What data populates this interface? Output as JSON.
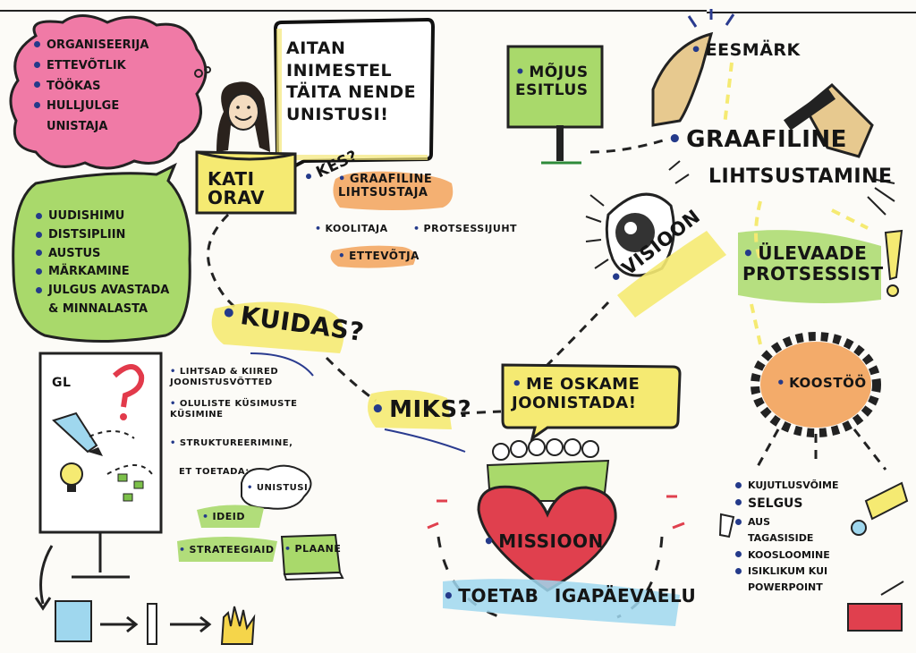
{
  "profile_traits": [
    "ORGANISEERIJA",
    "ETTEVÕTLIK",
    "TÖÖKAS",
    "HULLJULGE UNISTAJA"
  ],
  "quote": "AITAN INIMESTEL TÄITA NENDE UNISTUSI!",
  "name": "KATI ORAV",
  "kes_label": "KES?",
  "roles": {
    "graphic": "GRAAFILINE LIHTSUSTAJA",
    "trainer": "KOOLITAJA",
    "process": "PROTSESSIJUHT",
    "entrepreneur": "ETTEVÕTJA"
  },
  "values_list": [
    "UUDISHIMU",
    "DISTSIPLIIN",
    "AUSTUS",
    "MÄRKAMINE",
    "JULGUS AVASTADA & MINNALASTA"
  ],
  "kuidas_label": "KUIDAS?",
  "miks_label": "MIKS?",
  "board_label": "GL",
  "methods": [
    "LIHTSAD & KIIRED JOONISTUSVÕTTED",
    "OLULISTE KÜSIMUSTE KÜSIMINE",
    "STRUKTUREERIMINE,"
  ],
  "support_intro": "ET TOETADA:",
  "support_items": {
    "dreams": "UNISTUSI",
    "ideas": "IDEID",
    "strategies": "STRATEEGIAID",
    "plans": "PLAANE"
  },
  "impact_sign": "MÕJUS ESITLUS",
  "eesmark": "EESMÄRK",
  "graafiline": "GRAAFILINE",
  "lihtsustamine": "LIHTSUSTAMINE",
  "visioon": "VISIOON",
  "ylevaade": "ÜLEVAADE PROTSESSIST",
  "koostoo": "KOOSTÖÖ",
  "me_oskame": "ME OSKAME JOONISTADA!",
  "missioon": "MISSIOON",
  "toetab": "TOETAB IGAPÄEVAELU",
  "benefits": [
    "KUJUTLUSVÕIME",
    "SELGUS",
    "AUS TAGASISIDE",
    "KOOSLOOMINE",
    "ISIKLIKUM KUI POWERPOINT"
  ],
  "colors": {
    "pink": "#f07aa6",
    "green": "#a9d96b",
    "yellow": "#f5ea72",
    "orange": "#f2a25a",
    "blue": "#9fd7ee",
    "heart": "#e0404e",
    "tan": "#e7c98f"
  }
}
